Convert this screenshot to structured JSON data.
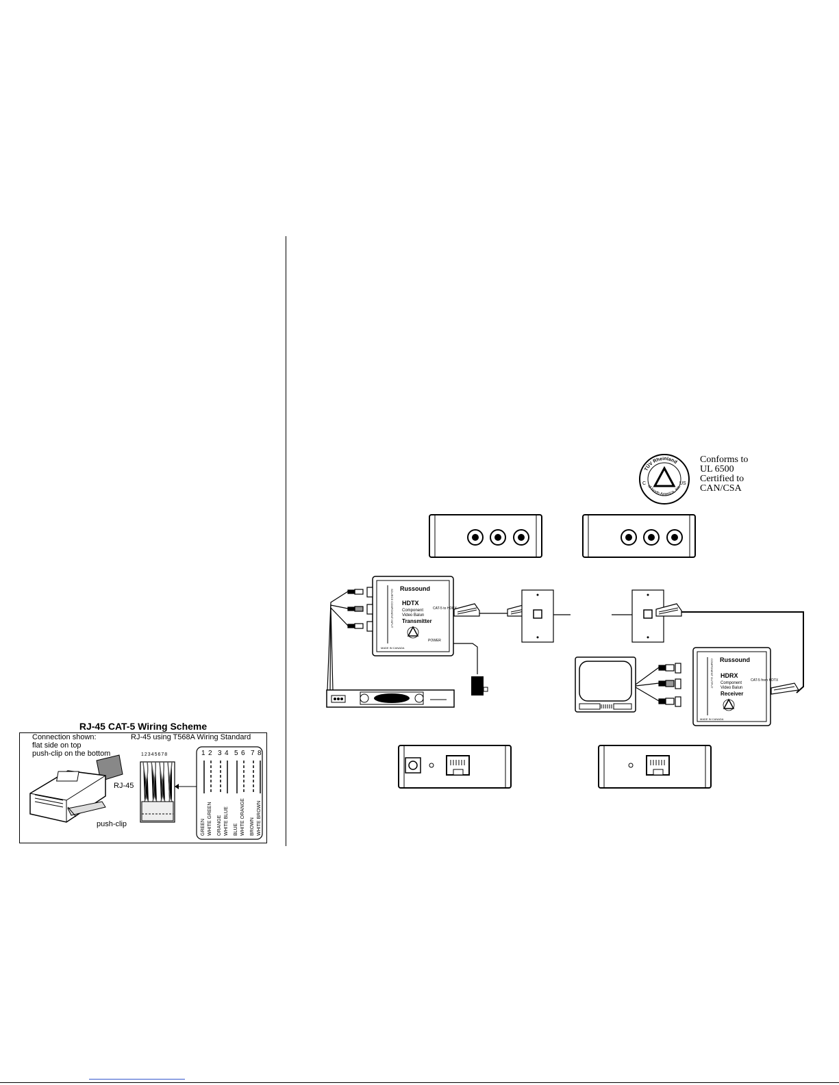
{
  "wiring": {
    "title": "RJ-45 CAT-5 Wiring Scheme",
    "connection_line1": "Connection shown:",
    "connection_line2": "flat side on top",
    "connection_line3": "push-clip on the bottom",
    "standard_label": "RJ-45 using T568A  Wiring Standard",
    "rj45_label": "RJ-45",
    "pushclip_label": "push-clip",
    "plug_pin_numbers": "12345678",
    "pin_numbers": [
      "1",
      "2",
      "3",
      "4",
      "5",
      "6",
      "7",
      "8"
    ],
    "wire_colors": [
      "GREEN",
      "WHITE GREEN",
      "ORANGE",
      "WHITE BLUE",
      "BLUE",
      "WHITE ORANGE",
      "BROWN",
      "WHITE BROWN"
    ]
  },
  "certification": {
    "seal_top": "TÜV Rheinland",
    "seal_bottom": "of North America, Inc.",
    "seal_c": "C",
    "seal_us": "US",
    "line1": "Conforms to",
    "line2": "UL 6500",
    "line3": "Certified to",
    "line4": "CAN/CSA"
  },
  "transmitter": {
    "brand": "Russound",
    "model": "HDTX",
    "desc1": "Component",
    "desc2": "Video Balun",
    "name": "Transmitter",
    "cat5_label": "CAT-5 to HDRX",
    "input_label": "SOURCE COMPONENT INPUT",
    "power_label": "POWER",
    "made_in": "MADE IN CANADA"
  },
  "receiver": {
    "brand": "Russound",
    "model": "HDRX",
    "desc1": "Component",
    "desc2": "Video Balun",
    "name": "Receiver",
    "cat5_label": "CAT-5 from HDTX",
    "output_label": "COMPONENT OUTPUT",
    "made_in": "MADE IN CANADA"
  }
}
